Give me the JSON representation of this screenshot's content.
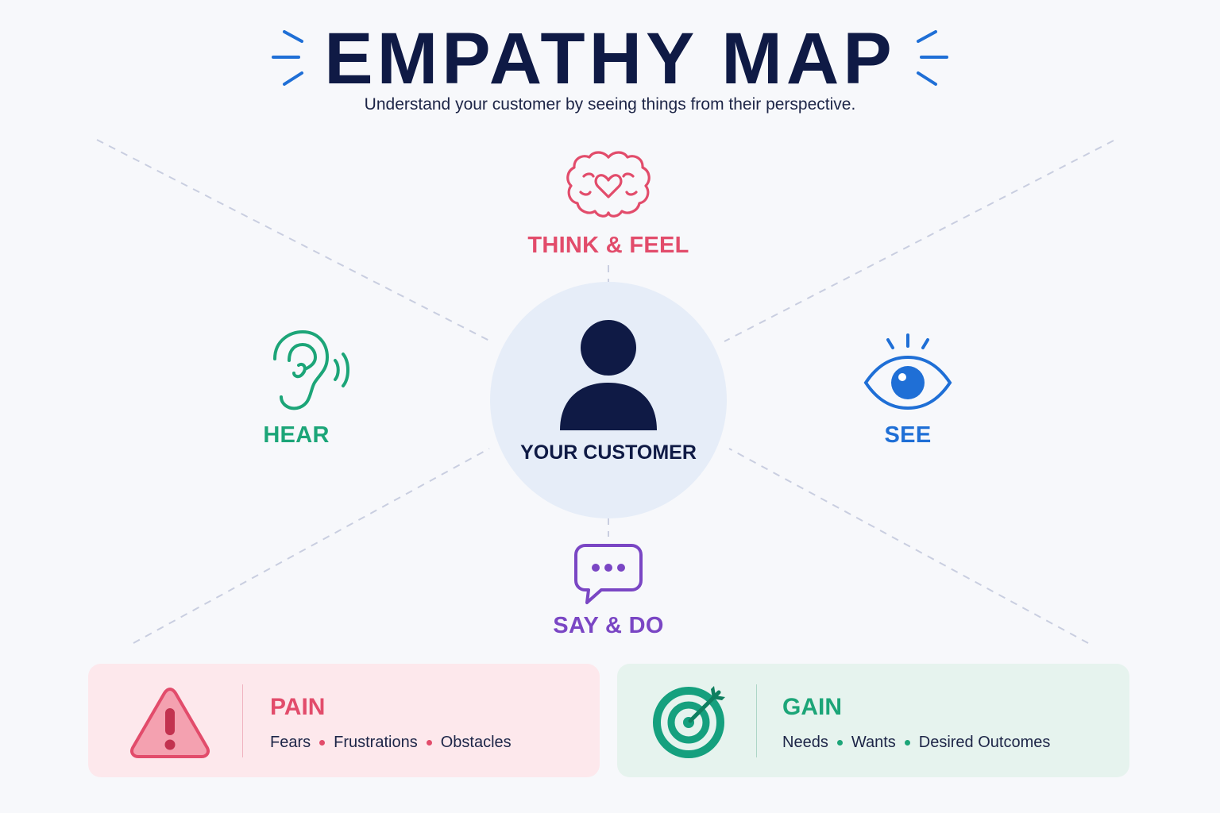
{
  "title": "EMPATHY MAP",
  "subtitle": "Understand your customer by seeing things from their perspective.",
  "center": {
    "label": "YOUR CUSTOMER",
    "icon": "person-icon"
  },
  "quadrants": {
    "think_feel": {
      "label": "THINK & FEEL",
      "icon": "brain-heart-icon"
    },
    "hear": {
      "label": "HEAR",
      "icon": "ear-icon"
    },
    "see": {
      "label": "SEE",
      "icon": "eye-icon"
    },
    "say_do": {
      "label": "SAY & DO",
      "icon": "chat-bubble-icon"
    }
  },
  "pain": {
    "title": "PAIN",
    "items": [
      "Fears",
      "Frustrations",
      "Obstacles"
    ],
    "icon": "warning-icon"
  },
  "gain": {
    "title": "GAIN",
    "items": [
      "Needs",
      "Wants",
      "Desired Outcomes"
    ],
    "icon": "target-icon"
  },
  "colors": {
    "title": "#0f1a45",
    "think_feel": "#e24c6b",
    "hear": "#1ca578",
    "see": "#1f6fd6",
    "say_do": "#7a46c4",
    "center_bg": "#e6edf8",
    "pain_bg": "#fde8ec",
    "gain_bg": "#e6f3ee",
    "accent_spark": "#1f6fd6"
  }
}
